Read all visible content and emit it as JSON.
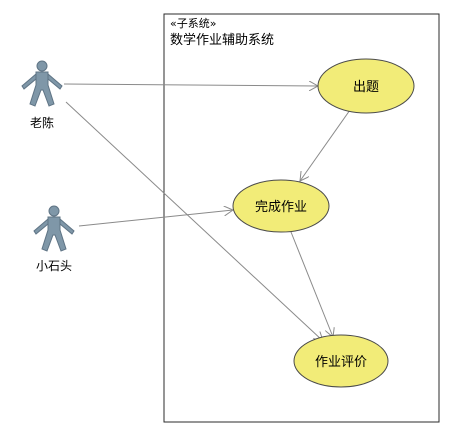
{
  "system": {
    "stereotype": "«子系统»",
    "name": "数学作业辅助系统"
  },
  "actors": [
    {
      "id": "laochen",
      "label": "老陈"
    },
    {
      "id": "xiaoshitou",
      "label": "小石头"
    }
  ],
  "use_cases": [
    {
      "id": "chuti",
      "label": "出题"
    },
    {
      "id": "wancheng",
      "label": "完成作业"
    },
    {
      "id": "pingjia",
      "label": "作业评价"
    }
  ],
  "associations": [
    {
      "from": "laochen",
      "to": "chuti"
    },
    {
      "from": "laochen",
      "to": "pingjia"
    },
    {
      "from": "xiaoshitou",
      "to": "wancheng"
    },
    {
      "from": "chuti",
      "to": "wancheng"
    },
    {
      "from": "wancheng",
      "to": "pingjia"
    }
  ],
  "colors": {
    "use_case_fill": "#f2ec78",
    "use_case_stroke": "#4a4a4a",
    "actor_fill": "#7f97a8",
    "line": "#8a8a8a",
    "boundary": "#2b2b2b"
  }
}
